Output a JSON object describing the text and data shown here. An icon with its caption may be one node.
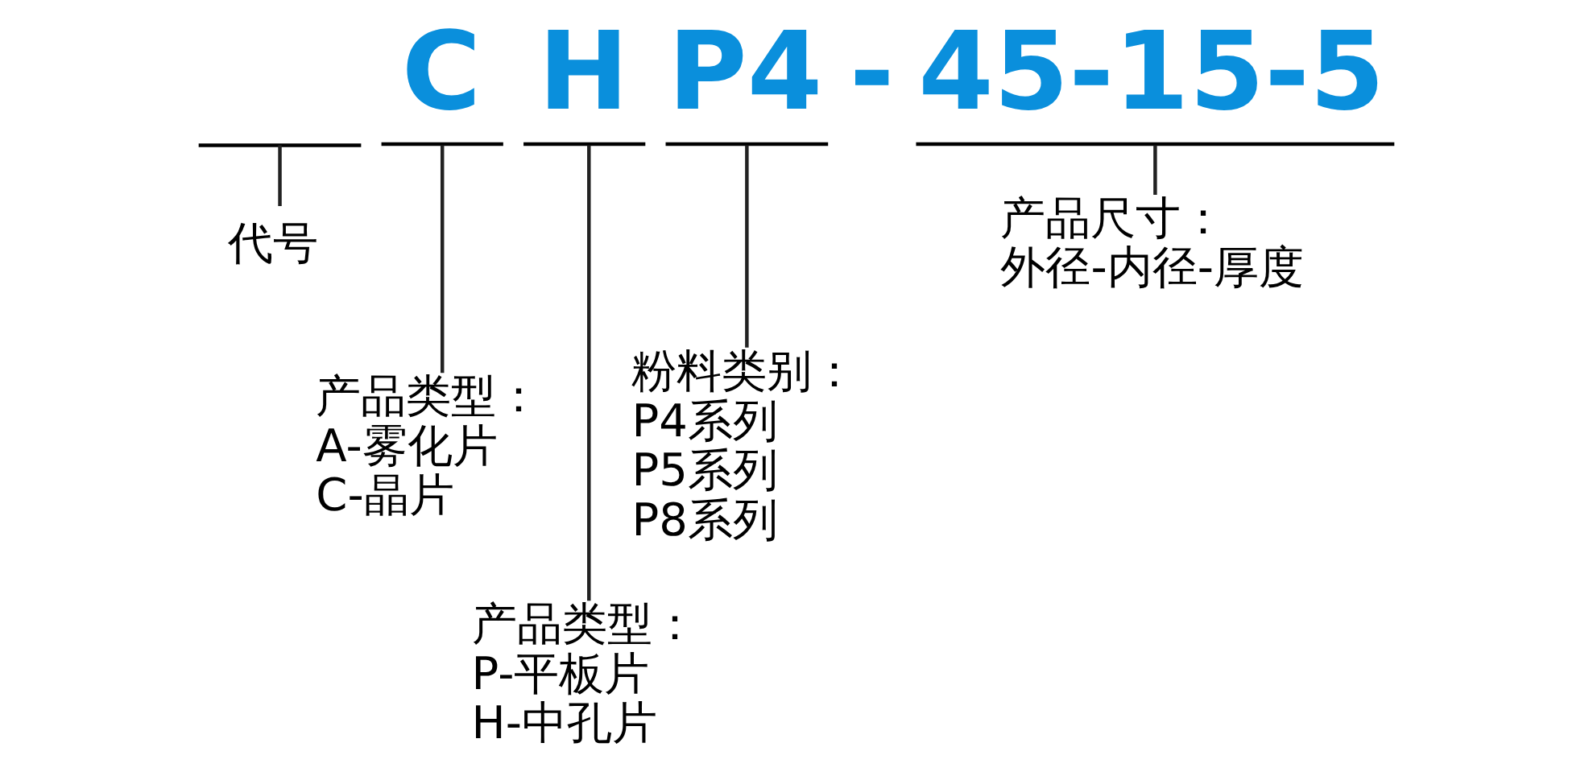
{
  "diagram": {
    "nodes": [
      {
        "text": [],
        "shape": "line"
      },
      {
        "text": [
          "C"
        ]
      },
      {
        "text": [
          "H"
        ]
      },
      {
        "text": [
          "P4"
        ]
      },
      {
        "text": [
          "45-15-5"
        ]
      },
      {
        "text": [
          "代号"
        ]
      },
      {
        "text": [
          "产品类型：",
          "A-雾化片",
          "C-晶片"
        ]
      },
      {
        "text": [
          "产品类型：",
          "P-平板片",
          "H-中孔片"
        ]
      },
      {
        "text": [
          "粉料类别：",
          "P4系列",
          "P5系列",
          "P8系列"
        ]
      },
      {
        "text": [
          "产品尺寸：",
          "外径-内径-厚度"
        ]
      }
    ],
    "edges": [
      {
        "from": 0,
        "to": 5,
        "arrow": "none"
      },
      {
        "from": 1,
        "to": 6,
        "arrow": "none"
      },
      {
        "from": 2,
        "to": 7,
        "arrow": "none"
      },
      {
        "from": 3,
        "to": 8,
        "arrow": "none"
      },
      {
        "from": 4,
        "to": 9,
        "arrow": "none"
      }
    ],
    "labels": [
      "-"
    ]
  }
}
